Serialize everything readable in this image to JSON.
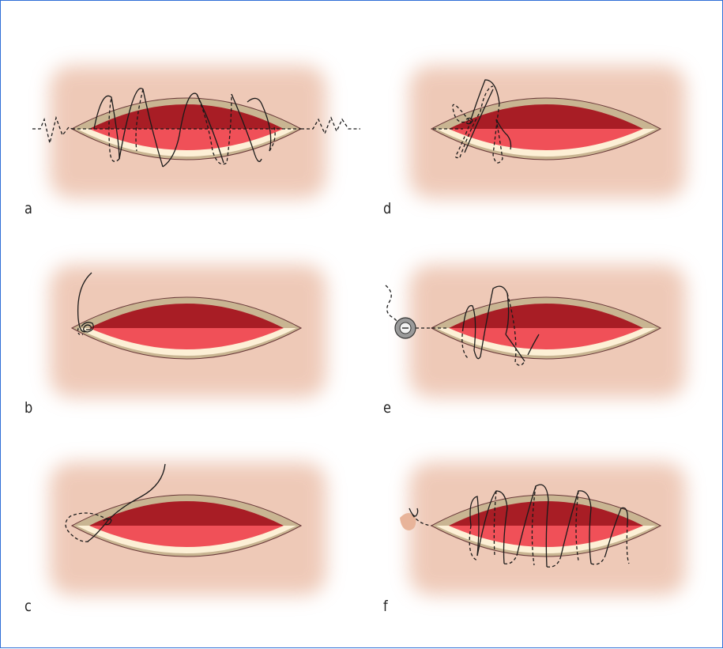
{
  "panels": [
    {
      "label": "a",
      "step": "running-suture-overview"
    },
    {
      "label": "b",
      "step": "initial-knot"
    },
    {
      "label": "c",
      "step": "first-loop"
    },
    {
      "label": "d",
      "step": "continuing-stitch"
    },
    {
      "label": "e",
      "step": "button-anchored-stitch"
    },
    {
      "label": "f",
      "step": "completed-running-suture"
    }
  ],
  "colors": {
    "border": "#2f6fd6",
    "skin_glow": "#e9b8a0",
    "epidermis": "#c9b592",
    "dermis_light": "#fdf0d6",
    "tissue_upper": "#a81d25",
    "tissue_lower": "#f05058",
    "suture": "#1a1a1a",
    "button": "#9a9a9a"
  }
}
